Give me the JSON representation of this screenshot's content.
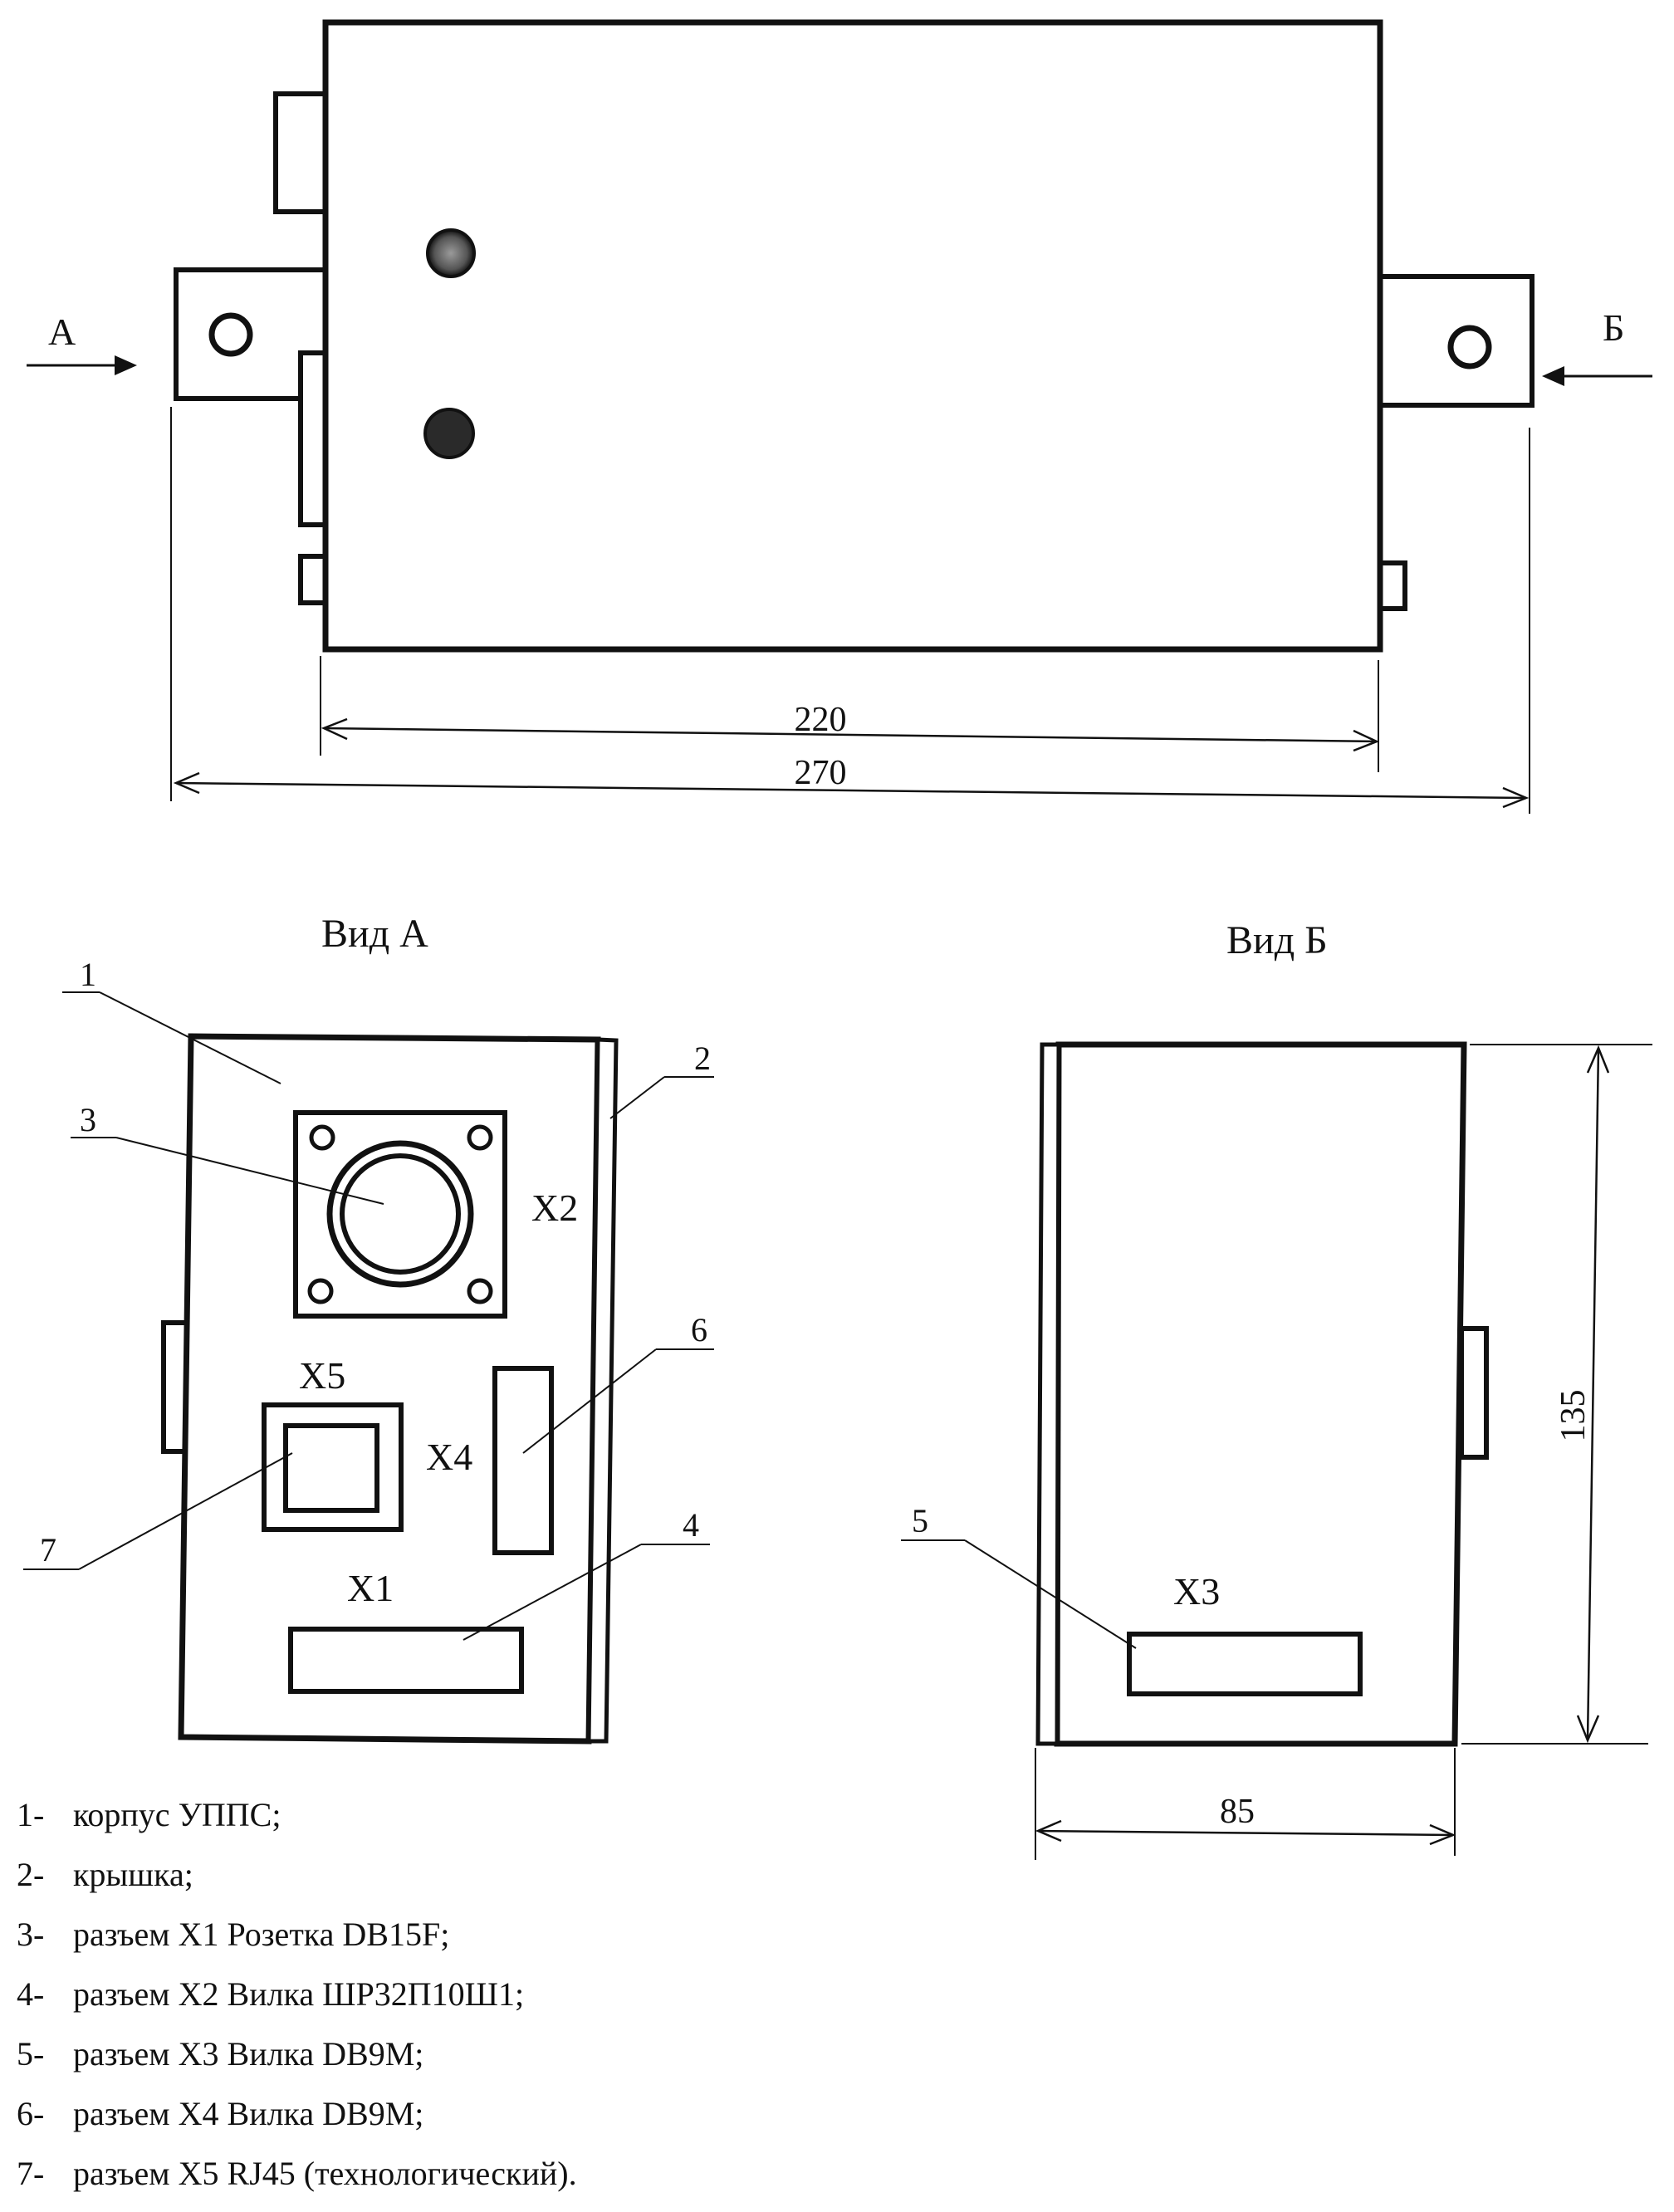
{
  "top_view": {
    "arrow_a_label": "А",
    "arrow_b_label": "Б",
    "dim_inner": "220",
    "dim_outer": "270"
  },
  "view_a": {
    "title": "Вид А",
    "callouts": [
      "1",
      "2",
      "3",
      "4",
      "6",
      "7"
    ],
    "connectors": {
      "x1": "X1",
      "x2": "X2",
      "x4": "X4",
      "x5": "X5"
    }
  },
  "view_b": {
    "title": "Вид Б",
    "callout_5": "5",
    "connector_x3": "X3",
    "dim_height": "135",
    "dim_width": "85"
  },
  "legend": [
    {
      "num": "1-",
      "text": "корпус УППС;"
    },
    {
      "num": "2-",
      "text": "крышка;"
    },
    {
      "num": "3-",
      "text": "разъем X1  Розетка DB15F;"
    },
    {
      "num": "4-",
      "text": "разъем X2  Вилка ШР32П10Ш1;"
    },
    {
      "num": "5-",
      "text": "разъем  X3  Вилка DB9M;"
    },
    {
      "num": "6-",
      "text": "разъем X4  Вилка DB9M;"
    },
    {
      "num": "7-",
      "text": "разъем X5 RJ45 (технологический)."
    }
  ]
}
